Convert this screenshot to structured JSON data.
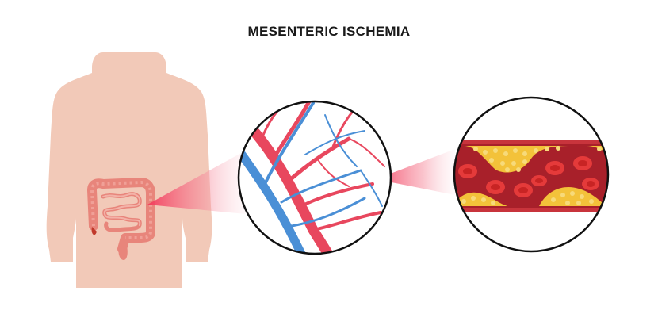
{
  "title": "MESENTERIC ISCHEMIA",
  "colors": {
    "skin": "#f2c9b8",
    "intestine_outer": "#e8857b",
    "intestine_inner": "#f3b2a8",
    "artery": "#e8475e",
    "vein": "#4a8fd6",
    "blood_wall": "#c8343c",
    "blood_lumen": "#a8202a",
    "red_cell": "#e53a3a",
    "plaque": "#f3c23a",
    "zoom_beam": "#f47a8a"
  },
  "panels": [
    {
      "name": "human-torso-figure"
    },
    {
      "name": "mesenteric-vessels-zoom"
    },
    {
      "name": "blocked-artery-cross-section"
    }
  ]
}
